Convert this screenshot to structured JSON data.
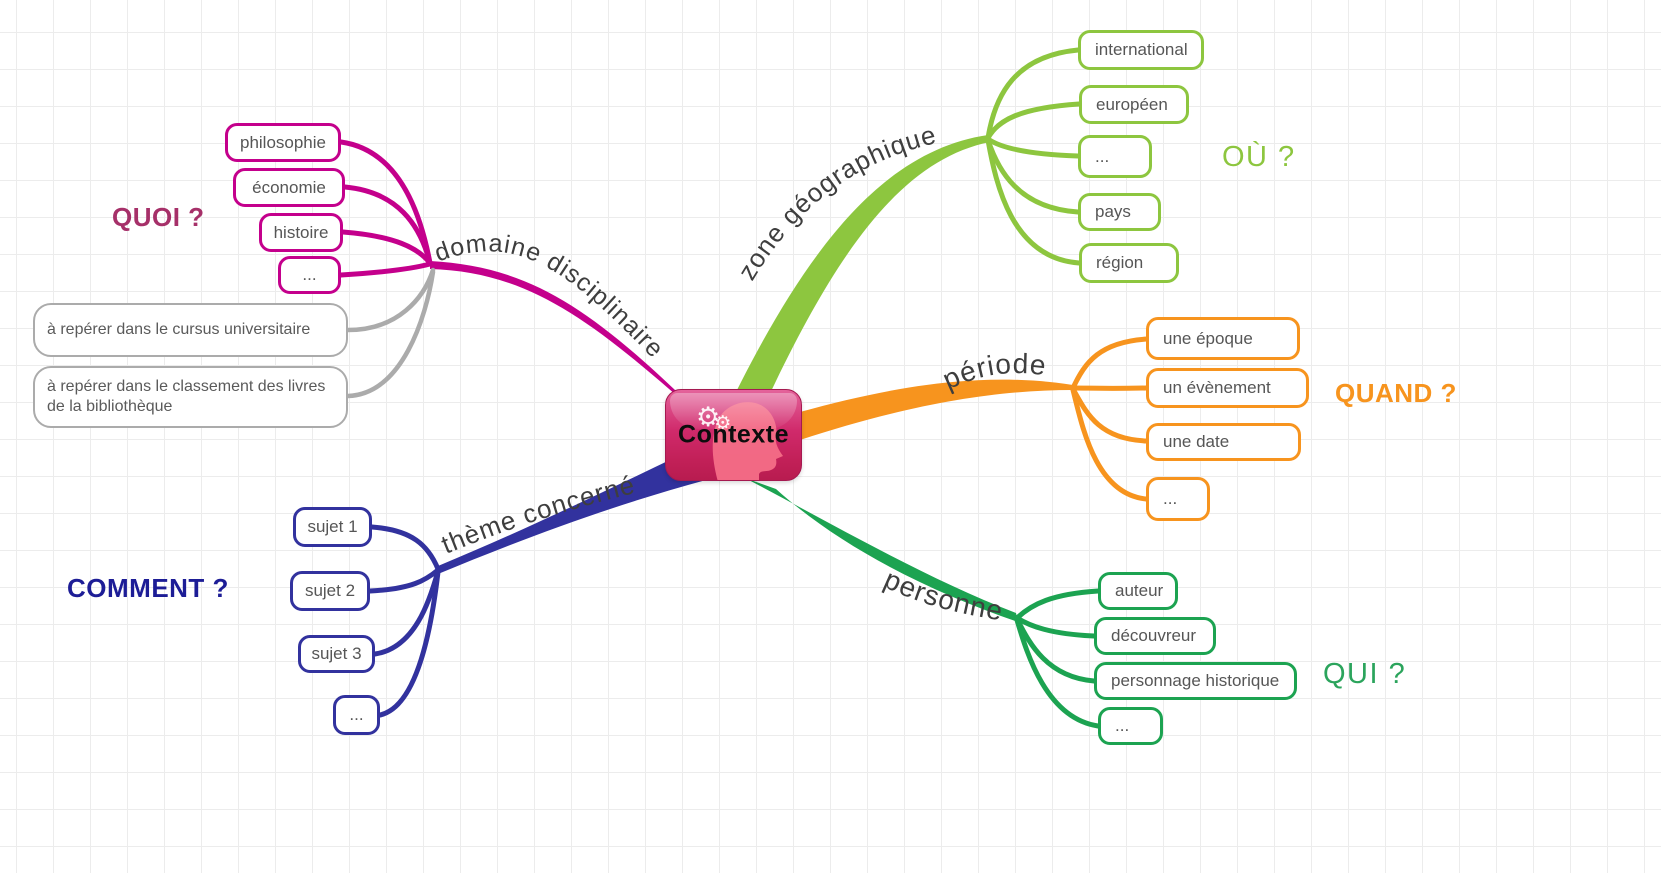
{
  "title": "Contexte",
  "center": {
    "label": "Contexte",
    "icon": "gears-head-silhouette"
  },
  "branches": [
    {
      "name": "domaine-disciplinaire",
      "label": "domaine disciplinaire",
      "question": "QUOI ?",
      "question_color": "#A63069",
      "color": "#C4008C",
      "children": [
        "philosophie",
        "économie",
        "histoire",
        "..."
      ],
      "notes_color": "#ABABAB",
      "notes": [
        "à repérer dans le cursus universitaire",
        "à repérer dans le classement des livres de la bibliothèque"
      ]
    },
    {
      "name": "zone-geographique",
      "label": "zone géographique",
      "question": "OÙ ?",
      "question_color": "#8DC63F",
      "color": "#8DC63F",
      "children": [
        "international",
        "européen",
        "...",
        "pays",
        "région"
      ]
    },
    {
      "name": "periode",
      "label": "période",
      "question": "QUAND ?",
      "question_color": "#F7941E",
      "color": "#F7941E",
      "children": [
        "une époque",
        "un évènement",
        "une date",
        "..."
      ]
    },
    {
      "name": "personne",
      "label": "personne",
      "question": "QUI ?",
      "question_color": "#2BA45C",
      "color": "#1CA351",
      "children": [
        "auteur",
        "découvreur",
        "personnage historique",
        "..."
      ]
    },
    {
      "name": "theme-concerne",
      "label": "thème concerné",
      "question": "COMMENT ?",
      "question_color": "#1D1D96",
      "color": "#32329E",
      "children": [
        "sujet 1",
        "sujet 2",
        "sujet 3",
        "..."
      ]
    }
  ]
}
